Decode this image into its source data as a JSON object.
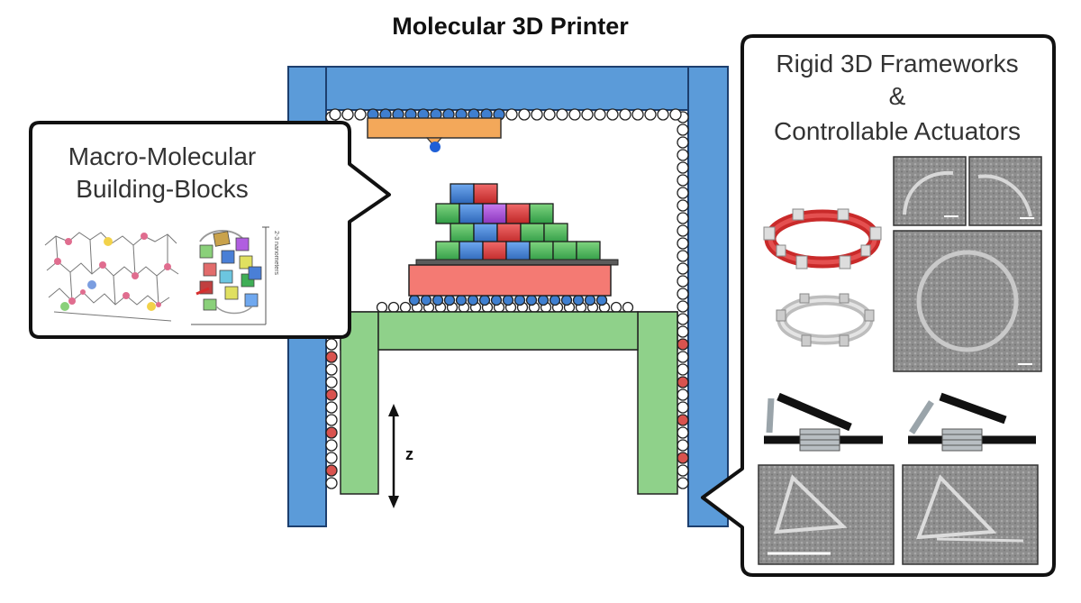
{
  "title": "Molecular 3D Printer",
  "left_callout": {
    "line1": "Macro-Molecular",
    "line2": "Building-Blocks",
    "axis_text": "2-3 nanometers"
  },
  "right_callout": {
    "line1": "Rigid 3D Frameworks",
    "line2": "&",
    "line3": "Controllable Actuators"
  },
  "z_axis_label": "z",
  "colors": {
    "frame_blue": "#5b9bd9",
    "platform_green": "#8fd18a",
    "head_orange": "#f3a85a",
    "base_salmon": "#f47a73",
    "block_blue": "#3f7fd0",
    "block_green": "#3fae56",
    "block_red": "#d93a3a",
    "block_purple": "#a54ed6"
  }
}
